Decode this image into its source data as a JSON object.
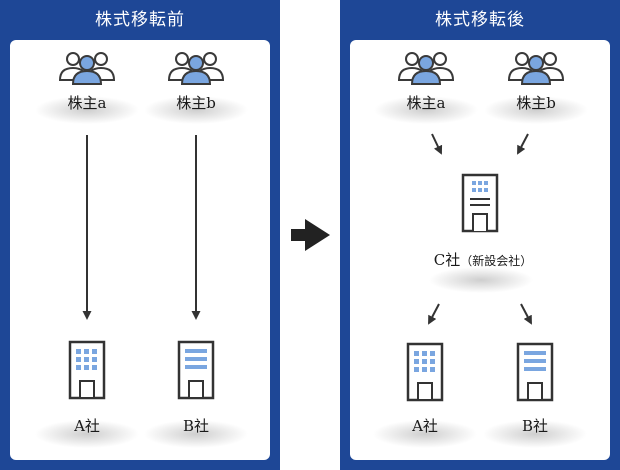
{
  "before": {
    "title": "株式移転前",
    "shareholder_a": "株主a",
    "shareholder_b": "株主b",
    "company_a": "A社",
    "company_b": "B社"
  },
  "after": {
    "title": "株式移転後",
    "shareholder_a": "株主a",
    "shareholder_b": "株主b",
    "new_company": "C社",
    "new_company_note": "（新設会社）",
    "company_a": "A社",
    "company_b": "B社"
  },
  "colors": {
    "panel": "#1e4796",
    "icon_outline": "#3a3a3a",
    "icon_fill_light": "#cfe0f6",
    "icon_fill_mid": "#7aa6e0",
    "arrow": "#333333"
  },
  "icons": {
    "shareholders": "people-group-icon",
    "company": "office-building-icon",
    "transition": "right-arrow-icon"
  }
}
